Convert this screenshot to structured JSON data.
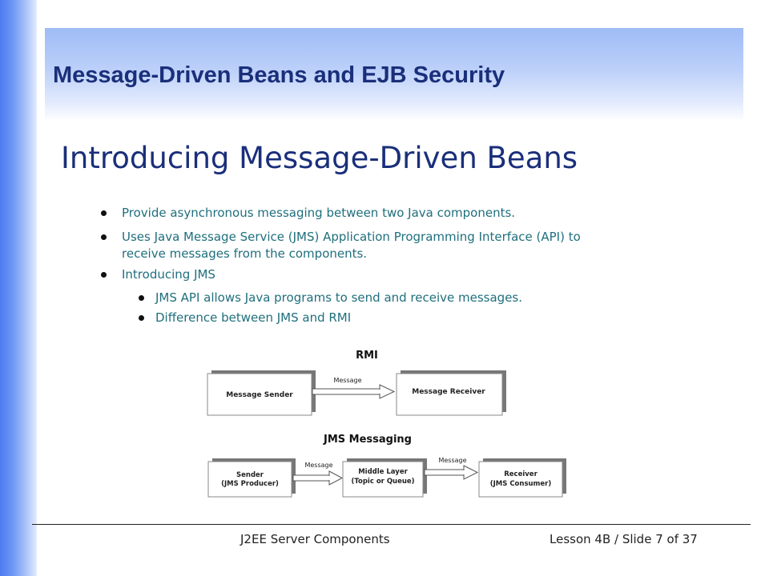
{
  "header": {
    "title": "Message-Driven Beans and EJB Security"
  },
  "slide": {
    "title": "Introducing Message-Driven Beans",
    "bullets": [
      {
        "text": "Provide asynchronous messaging between two Java components."
      },
      {
        "text_line1": "Uses Java Message Service (JMS) Application Programming Interface (API) to",
        "text_line2": "receive messages from the components."
      },
      {
        "text": "Introducing JMS"
      }
    ],
    "sub_bullets": [
      {
        "text": "JMS API allows Java programs to send and receive messages."
      },
      {
        "text": "Difference between JMS and RMI"
      }
    ]
  },
  "diagram": {
    "rmi": {
      "heading": "RMI",
      "sender": "Message Sender",
      "arrow_label": "Message",
      "receiver": "Message Receiver"
    },
    "jms": {
      "heading": "JMS Messaging",
      "sender_line1": "Sender",
      "sender_line2": "(JMS Producer)",
      "arrow1_label": "Message",
      "middle_line1": "Middle Layer",
      "middle_line2": "(Topic or Queue)",
      "arrow2_label": "Message",
      "receiver_line1": "Receiver",
      "receiver_line2": "(JMS Consumer)"
    }
  },
  "footer": {
    "center": "J2EE Server Components",
    "right": "Lesson 4B / Slide 7 of 37"
  }
}
